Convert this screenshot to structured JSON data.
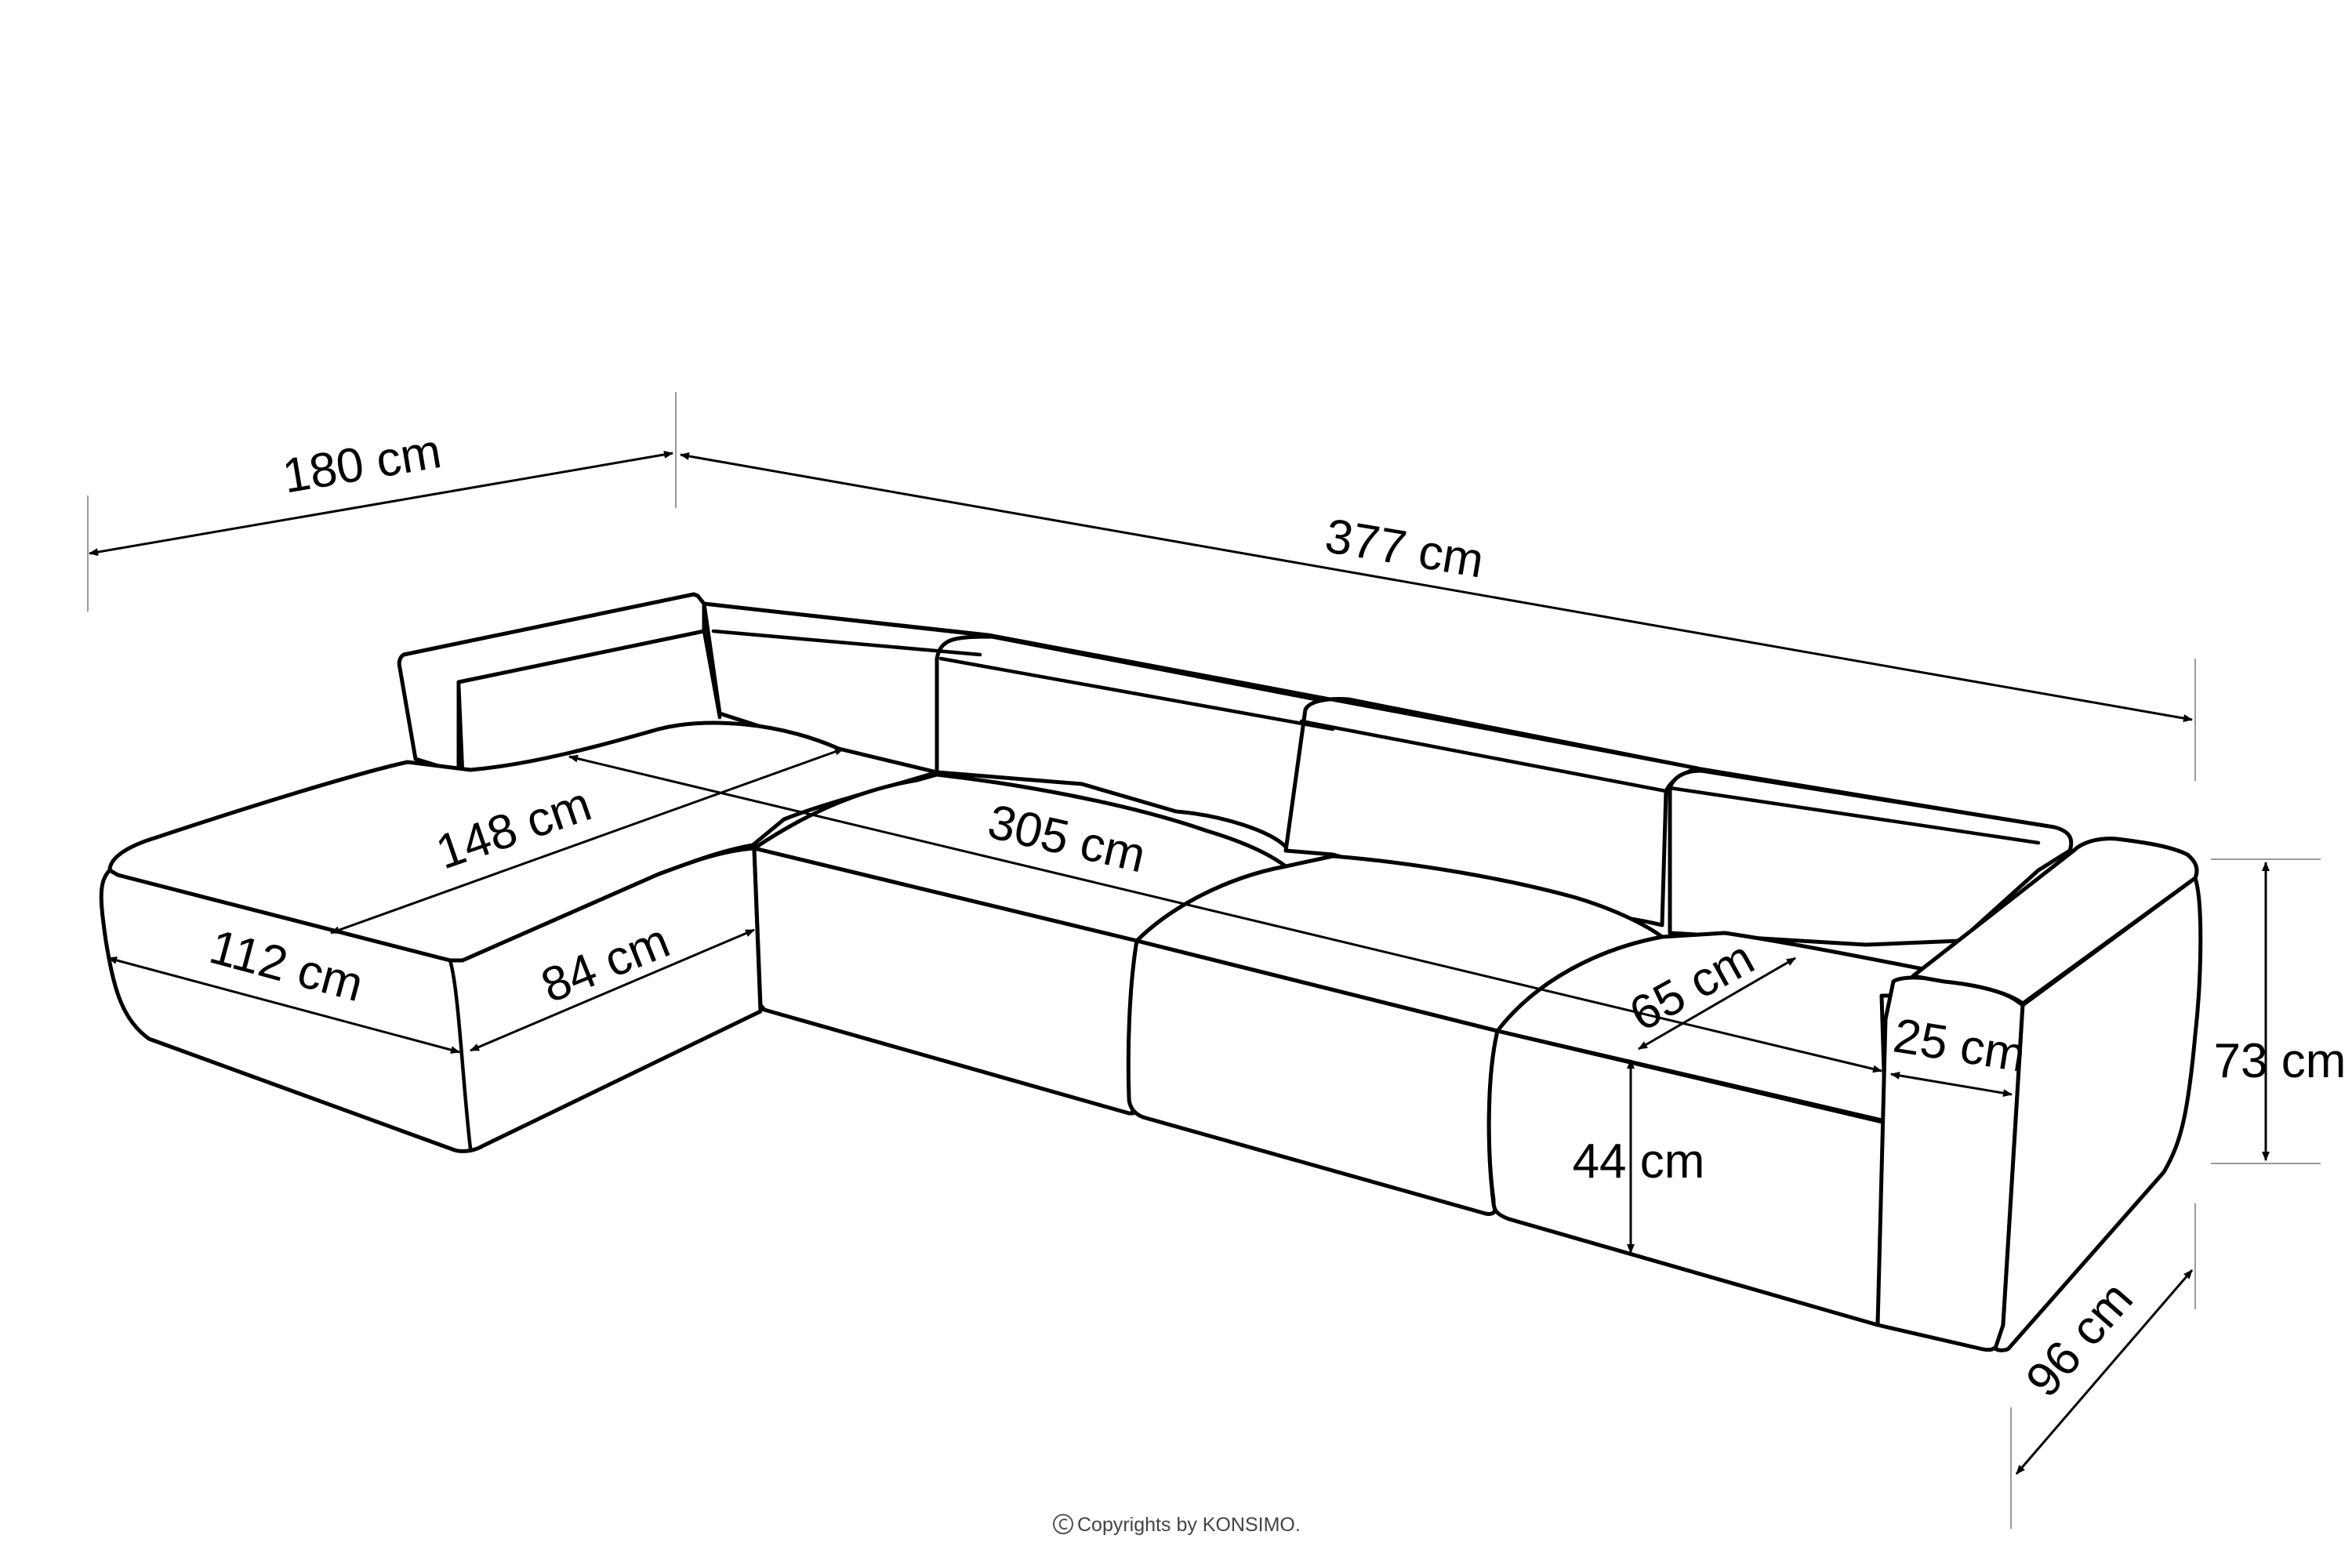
{
  "diagram": {
    "dimensions": {
      "chaise_length": "180 cm",
      "total_width": "377 cm",
      "seat_width_inner": "148 cm",
      "seat_width_total": "305 cm",
      "chaise_front": "112 cm",
      "chaise_seat_depth": "84 cm",
      "seat_depth": "65 cm",
      "armrest_width": "25 cm",
      "height": "73 cm",
      "seat_height": "44 cm",
      "depth": "96 cm"
    },
    "copyright": "Copyrights by KONSIMO."
  }
}
